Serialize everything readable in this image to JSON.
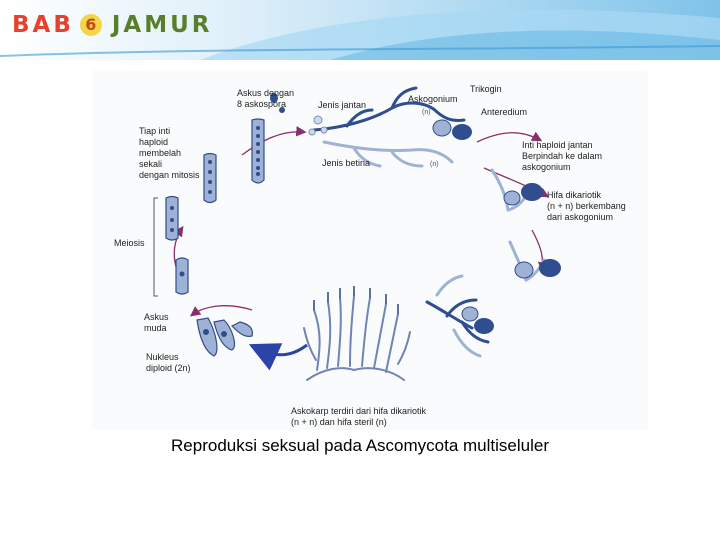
{
  "header": {
    "title_part1": "BAB",
    "title_number": "6",
    "title_part2": "JAMUR"
  },
  "diagram": {
    "labels": {
      "askus_delapan": "Askus dengan\n8 askospora",
      "jenis_jantan": "Jenis jantan",
      "askogonium": "Askogonium",
      "trikogin": "Trikogin",
      "anteredium": "Anteredium",
      "tiap_inti": "Tiap inti\nhaploid\nmembelah\nsekali\ndengan mitosis",
      "jenis_betina": "Jenis betina",
      "inti_haploid": "Inti haploid jantan\nBerpindah ke dalam\naskogonium",
      "hifa_dikariotik": "Hifa dikariotik\n(n + n) berkembang\ndari askogonium",
      "meiosis": "Meiosis",
      "askus_muda": "Askus\nmuda",
      "nukleus_diploid": "Nukleus\ndiploid (2n)",
      "askokarp": "Askokarp terdiri dari hifa dikariotik\n(n + n) dan hifa steril (n)",
      "ploidy_n1": "(n)",
      "ploidy_n2": "(n)"
    }
  },
  "caption": "Reproduksi seksual pada Ascomycota multiseluler",
  "colors": {
    "hypha_dark": "#2f4d8f",
    "hypha_light": "#9fb2d6",
    "arrow": "#8a2f6a",
    "arrow_blue": "#2c43a8",
    "title_red": "#e8402f",
    "title_green": "#5a7f2a"
  }
}
